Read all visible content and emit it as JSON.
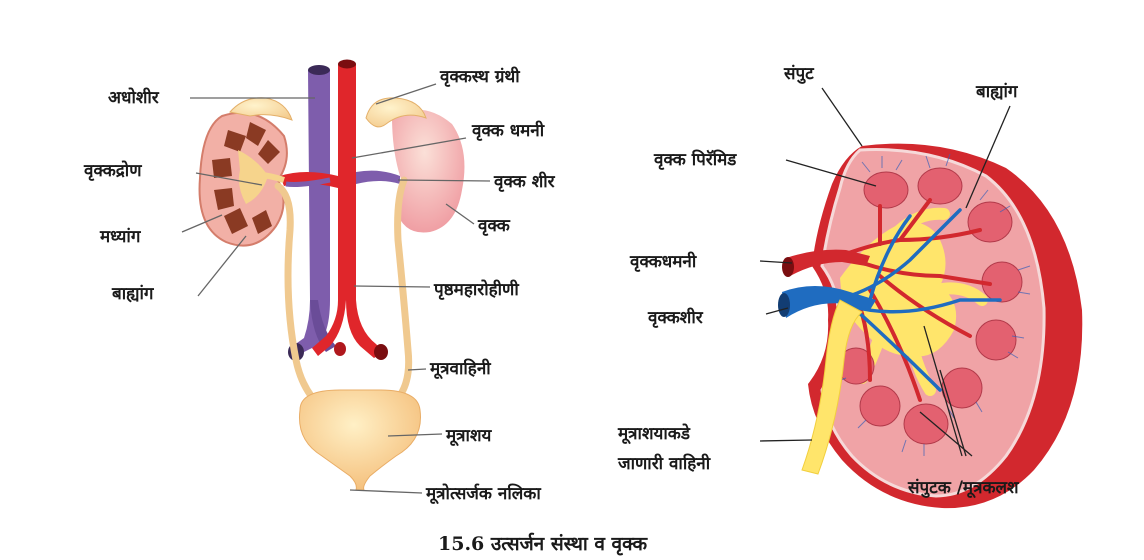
{
  "caption": "15.6 उत्सर्जन संस्था व वृक्क",
  "left_diagram": {
    "labels": {
      "vena_cava": "अधोशीर",
      "renal_pelvis": "वृक्कद्रोण",
      "medulla": "मध्यांग",
      "cortex": "बाह्यांग",
      "adrenal_gland": "वृक्कस्थ ग्रंथी",
      "renal_artery": "वृक्क धमनी",
      "renal_vein": "वृक्क शीर",
      "kidney": "वृक्क",
      "aorta": "पृष्ठमहारोहीणी",
      "ureter": "मूत्रवाहिनी",
      "bladder": "मूत्राशय",
      "urethra": "मूत्रोत्सर्जक नलिका"
    }
  },
  "right_diagram": {
    "labels": {
      "capsule": "संपुट",
      "cortex": "बाह्यांग",
      "pyramid": "वृक्क पिरॅमिड",
      "renal_artery": "वृक्कधमनी",
      "renal_vein": "वृक्कशीर",
      "ureter_line1": "मूत्राशयाकडे",
      "ureter_line2": "जाणारी वाहिनी",
      "calyx": "संपुटक /मूत्रकलश"
    }
  },
  "colors": {
    "vein": "#7e5dac",
    "artery": "#e0262b",
    "kidney_pink": "#f1a7a9",
    "ureter": "#f0c98f",
    "pelvis_yellow": "#ffe56b",
    "capsule_red": "#d2282e",
    "blue_vessel": "#1f6cc0"
  }
}
